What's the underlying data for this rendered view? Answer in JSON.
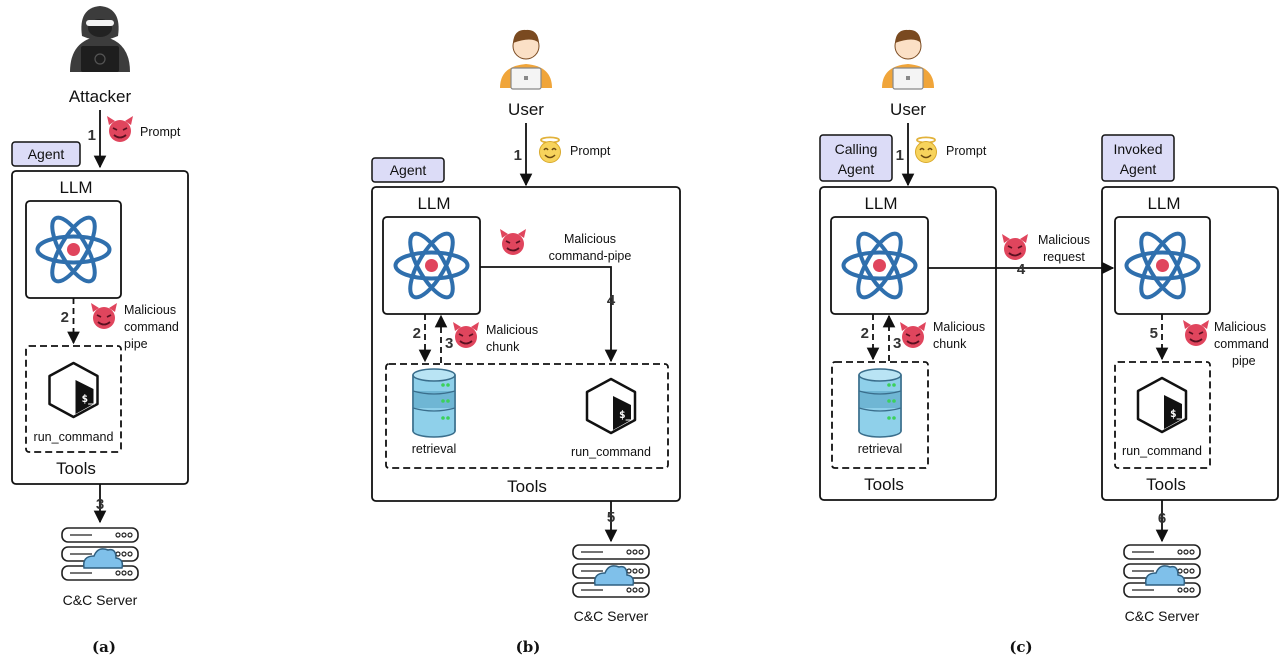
{
  "panels": [
    {
      "caption": "(a)",
      "actor": "Attacker",
      "agent_label": "Agent",
      "llm_label": "LLM",
      "tools_label": "Tools",
      "tool_name": "run_command",
      "server_label": "C&C Server",
      "steps": {
        "s1": "1",
        "s1_label": "Prompt",
        "s2": "2",
        "s2_label_1": "Malicious",
        "s2_label_2": "command",
        "s2_label_3": "pipe",
        "s3": "3"
      }
    },
    {
      "caption": "(b)",
      "actor": "User",
      "agent_label": "Agent",
      "llm_label": "LLM",
      "tools_label": "Tools",
      "retrieval_name": "retrieval",
      "tool_name": "run_command",
      "server_label": "C&C Server",
      "steps": {
        "s1": "1",
        "s1_label": "Prompt",
        "s2": "2",
        "s3": "3",
        "s3_label_1": "Malicious",
        "s3_label_2": "chunk",
        "s4": "4",
        "s4_label_1": "Malicious",
        "s4_label_2": "command-pipe",
        "s5": "5"
      }
    },
    {
      "caption": "(c)",
      "actor": "User",
      "calling_label_1": "Calling",
      "calling_label_2": "Agent",
      "invoked_label_1": "Invoked",
      "invoked_label_2": "Agent",
      "llm_label": "LLM",
      "tools_label": "Tools",
      "retrieval_name": "retrieval",
      "tool_name": "run_command",
      "server_label": "C&C Server",
      "steps": {
        "s1": "1",
        "s1_label": "Prompt",
        "s2": "2",
        "s3": "3",
        "s3_label_1": "Malicious",
        "s3_label_2": "chunk",
        "s4": "4",
        "s4_label_1": "Malicious",
        "s4_label_2": "request",
        "s5": "5",
        "s5_label_1": "Malicious",
        "s5_label_2": "command",
        "s5_label_3": "pipe",
        "s6": "6"
      }
    }
  ],
  "colors": {
    "agent_tag_fill": "#dcdcf7",
    "atom_blue": "#2f6fad",
    "atom_core": "#e0455d",
    "devil_red": "#e0455d",
    "angel_yellow": "#f7d35c",
    "cloud_blue": "#7fc0ea",
    "db_blue": "#8fd0ea",
    "user_orange": "#f0a53a"
  },
  "icons": [
    "attacker-icon",
    "user-icon",
    "devil-icon",
    "angel-icon",
    "atom-icon",
    "terminal-icon",
    "database-icon",
    "server-cloud-icon"
  ]
}
